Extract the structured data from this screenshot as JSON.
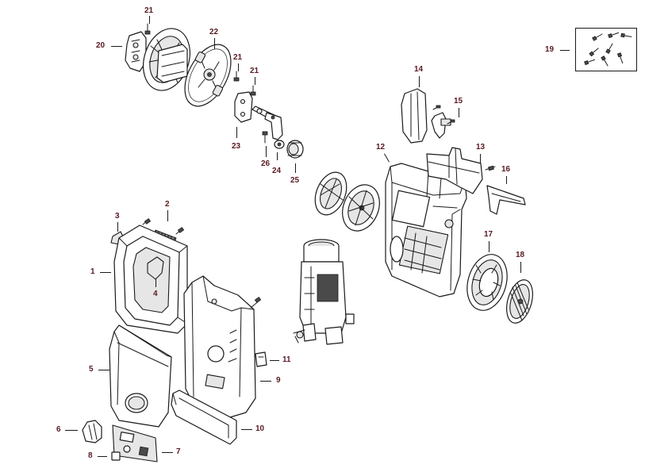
{
  "callouts": {
    "p1": "1",
    "p2": "2",
    "p3": "3",
    "p4": "4",
    "p5": "5",
    "p6": "6",
    "p7": "7",
    "p8": "8",
    "p9": "9",
    "p10": "10",
    "p11": "11",
    "p12": "12",
    "p13": "13",
    "p14": "14",
    "p15": "15",
    "p16": "16",
    "p17": "17",
    "p18": "18",
    "p19": "19",
    "p20": "20",
    "p21a": "21",
    "p21b": "21",
    "p21c": "21",
    "p22": "22",
    "p23": "23",
    "p24": "24",
    "p25": "25",
    "p26": "26"
  }
}
